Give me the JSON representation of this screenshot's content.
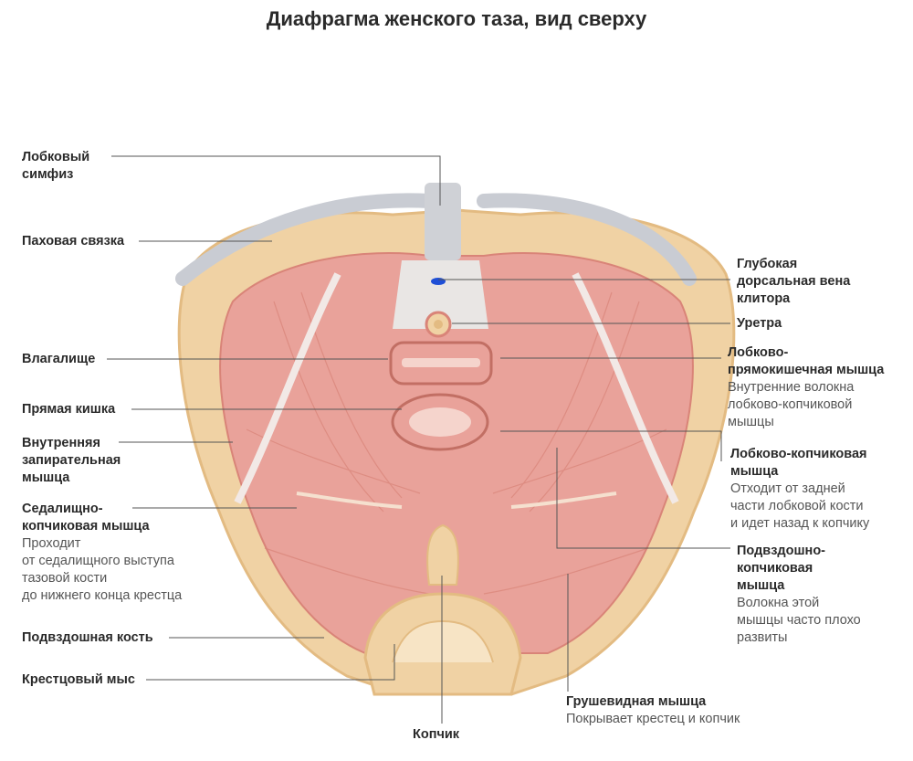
{
  "title": "Диафрагма женского таза, вид сверху",
  "labels": {
    "pubic_symphysis": [
      "Лобковый",
      "симфиз"
    ],
    "inguinal_ligament": [
      "Паховая связка"
    ],
    "vagina": [
      "Влагалище"
    ],
    "rectum": [
      "Прямая кишка"
    ],
    "obturator_internus": [
      "Внутренняя",
      "запирательная",
      "мышца"
    ],
    "coccygeus": {
      "head": [
        "Седалищно-",
        "копчиковая мышца"
      ],
      "desc": [
        "Проходит",
        "от седалищного выступа",
        "тазовой кости",
        "до нижнего конца крестца"
      ]
    },
    "ilium": [
      "Подвздошная кость"
    ],
    "sacral_promontory": [
      "Крестцовый мыс"
    ],
    "coccyx": [
      "Копчик"
    ],
    "deep_dorsal_vein": [
      "Глубокая",
      "дорсальная вена",
      "клитора"
    ],
    "urethra": [
      "Уретра"
    ],
    "puborectalis": {
      "head": [
        "Лобково-",
        "прямокишечная мышца"
      ],
      "desc": [
        "Внутренние волокна",
        "лобково-копчиковой",
        "мышцы"
      ]
    },
    "pubococcygeus": {
      "head": [
        "Лобково-копчиковая",
        "мышца"
      ],
      "desc": [
        "Отходит от задней",
        "части лобковой кости",
        "и идет назад к копчику"
      ]
    },
    "iliococcygeus": {
      "head": [
        "Подвздошно-",
        "копчиковая",
        "мышца"
      ],
      "desc": [
        "Волокна этой",
        "мышцы часто плохо",
        "развиты"
      ]
    },
    "piriformis": {
      "head": [
        "Грушевидная мышца"
      ],
      "desc": [
        "Покрывает крестец и копчик"
      ]
    }
  },
  "colors": {
    "muscle": "#e9a29a",
    "muscle_dark": "#d98478",
    "bone": "#f0d2a4",
    "bone_shade": "#e3bb82",
    "ligament": "#c9ccd3",
    "line": "#555555",
    "vein": "#1f4fd6"
  }
}
